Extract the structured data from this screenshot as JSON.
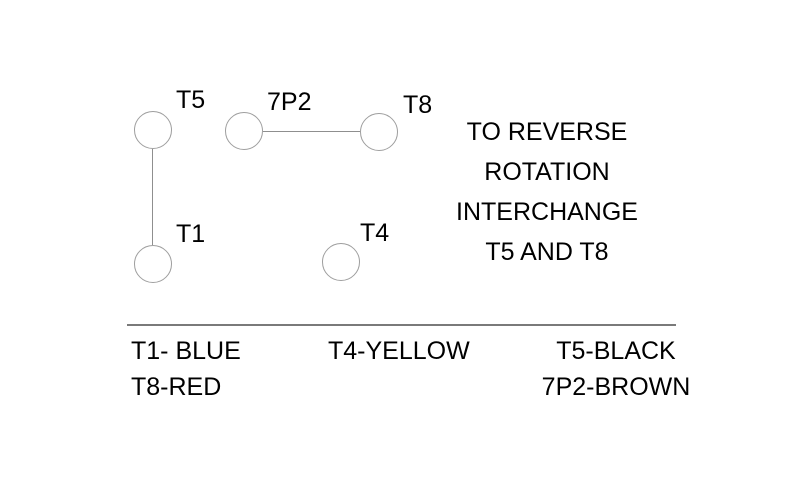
{
  "terminals": {
    "t5": "T5",
    "t1": "T1",
    "p7p2": "7P2",
    "t8": "T8",
    "t4": "T4"
  },
  "connections": [
    "T5-T1",
    "7P2-T8"
  ],
  "note": {
    "line1": "TO REVERSE",
    "line2": "ROTATION",
    "line3": "INTERCHANGE",
    "line4": "T5 AND T8"
  },
  "legend": {
    "t1": "T1- BLUE",
    "t8": "T8-RED",
    "t4": "T4-YELLOW",
    "t5": "T5-BLACK",
    "p7p2": "7P2-BROWN"
  },
  "colors": {
    "wire": "#8f8f8f",
    "terminal-outline": "#9e9e9e",
    "divider": "#7a7a7a",
    "text": "#000000",
    "background": "#ffffff"
  }
}
